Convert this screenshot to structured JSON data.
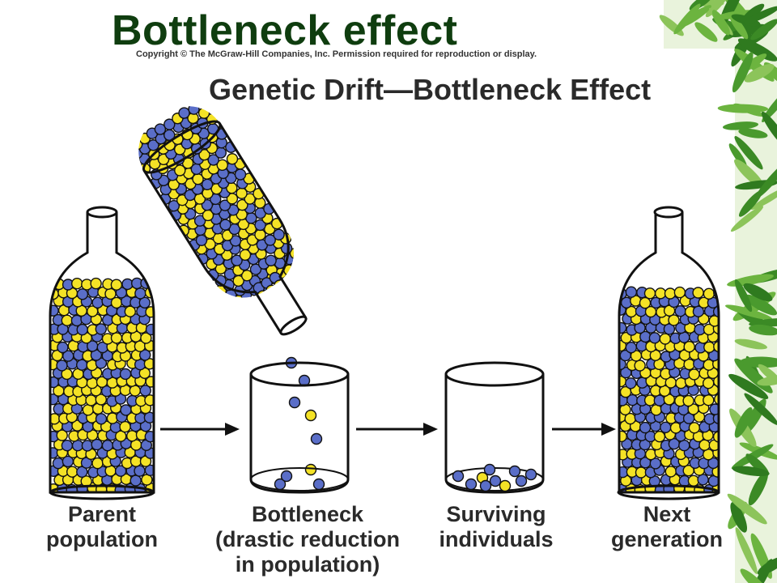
{
  "slide": {
    "title": "Bottleneck effect"
  },
  "figure": {
    "copyright": "Copyright © The McGraw-Hill Companies, Inc. Permission required for reproduction or display.",
    "title": "Genetic Drift—Bottleneck Effect",
    "stages": [
      {
        "line1": "Parent",
        "line2": "population",
        "line3": ""
      },
      {
        "line1": "Bottleneck",
        "line2": "(drastic reduction",
        "line3": "in population)"
      },
      {
        "line1": "Surviving",
        "line2": "individuals",
        "line3": ""
      },
      {
        "line1": "Next",
        "line2": "generation",
        "line3": ""
      }
    ]
  },
  "colors": {
    "allele_yellow": "#f4e226",
    "allele_blue": "#5a6ec8",
    "title_green": "#0f3d0f",
    "bamboo_green": "#3f8f2a"
  }
}
